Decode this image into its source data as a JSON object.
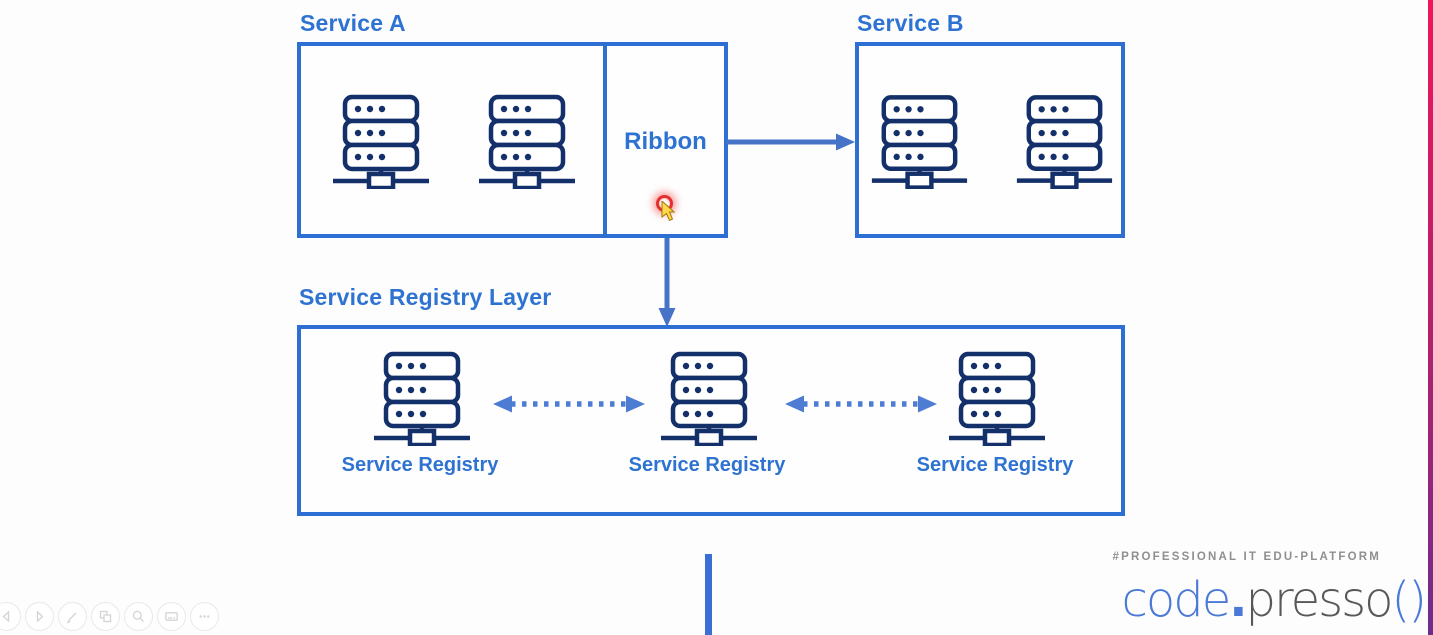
{
  "slide": {
    "service_a": {
      "title": "Service A"
    },
    "ribbon": {
      "label": "Ribbon"
    },
    "service_b": {
      "title": "Service B"
    },
    "registry_layer": {
      "title": "Service Registry Layer",
      "nodes": [
        {
          "label": "Service Registry"
        },
        {
          "label": "Service Registry"
        },
        {
          "label": "Service Registry"
        }
      ]
    }
  },
  "branding": {
    "tagline": "#PROFESSIONAL IT EDU-PLATFORM",
    "logo": {
      "code": "code",
      "dot": ".",
      "presso": "presso",
      "parens": "()"
    }
  },
  "presenter_toolbar": {
    "buttons": [
      {
        "name": "previous-slide"
      },
      {
        "name": "next-slide"
      },
      {
        "name": "pen-tools"
      },
      {
        "name": "see-all-slides"
      },
      {
        "name": "zoom"
      },
      {
        "name": "subtitles"
      },
      {
        "name": "more-options"
      }
    ]
  },
  "colors": {
    "title_blue": "#2e73d2",
    "box_border_blue": "#2e6fd3",
    "server_icon_navy": "#13306a",
    "solid_arrow_blue": "#4673c8",
    "dotted_arrow_blue": "#4d7dd2",
    "laser_red": "#e62e2e",
    "cursor_yellow": "#ffd84d",
    "logo_blue": "#4a79d7",
    "logo_gray": "#58585a",
    "tagline_gray": "#8f8f8f",
    "bottom_bar_blue": "#3a70d6",
    "edge_gradient_top": "#f0155a",
    "edge_gradient_bottom": "#6e2b8d"
  }
}
